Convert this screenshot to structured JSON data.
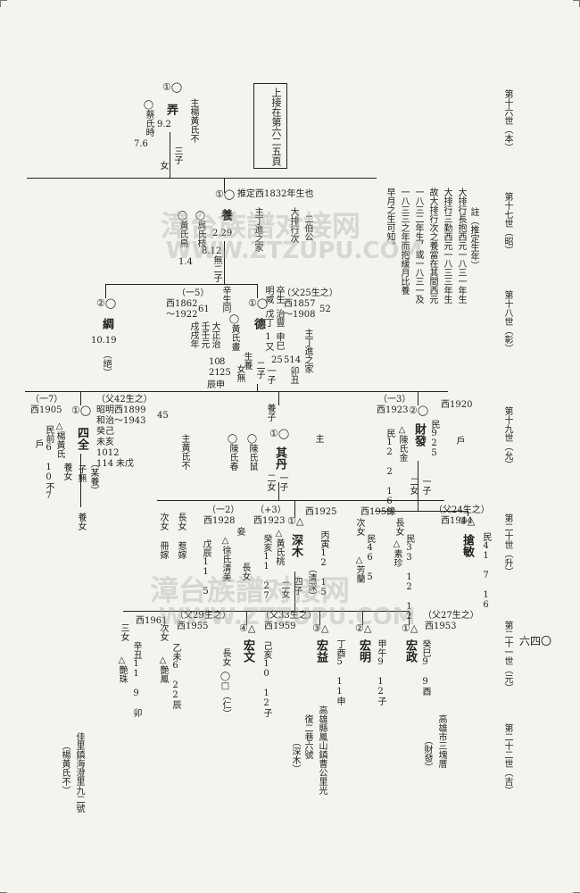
{
  "generations": [
    {
      "label": "第十六世（本）"
    },
    {
      "label": "第十七世（昭）"
    },
    {
      "label": "第十八世（彰）"
    },
    {
      "label": "第十九世（允）"
    },
    {
      "label": "第二十世（升）"
    },
    {
      "label": "第二十一世（元）"
    },
    {
      "label": "第二十二世（吉）"
    }
  ],
  "page_number": "六四〇",
  "box_note": "上接在第六二五頁",
  "footnote": "註（推定生年）",
  "note_lines": [
    "大排行長抱西元一八三一年生",
    "大排行三勤西元一八三三年生",
    "故大排行次之養當在其間西元",
    "一八三二年生，或一八三一及",
    "一八三三之年而抱緩月比養",
    "早月之生可知。"
  ],
  "watermark": {
    "cn": "漳台族譜对接网",
    "en": "WWW.ZTZUPU.COM"
  },
  "people": {
    "g16": {
      "mark": "①◯",
      "name": "弄",
      "date": "9.2",
      "wife": "◯蔡氏時",
      "wife_date": "7.6",
      "children": "三子",
      "female": "女",
      "note": "主楊黃氏不"
    },
    "g17": {
      "mark": "①◯",
      "name": "養",
      "date": "2.29",
      "estimate": "推定西1832年生也",
      "wife1": "◯黃氏鳥",
      "wife1_date": "1.4",
      "wife2": "◯呉氏枝",
      "wife2_date": "8.12",
      "wife2_note": "無二子",
      "note1": "主丁進之家",
      "note2": "大排行次",
      "note3": "二伯公"
    },
    "g18a": {
      "mark": "②◯",
      "name": "綢",
      "date": "10.19",
      "note": "（絕）",
      "gen": "（一5）",
      "life": "西1862",
      "life2": "〜1922",
      "age": "61",
      "birth1": "辛生同",
      "birth2": "大正治",
      "birth3": "壬壬元",
      "birth4": "戌戌年",
      "birth5": "10",
      "birth6": "8",
      "birth7": "21",
      "birth8": "25",
      "birth9": "辰申",
      "wife": "◯黃氏畫",
      "wife_note": "女無"
    },
    "g18b": {
      "mark": "①◯",
      "name": "德",
      "note1": "生養",
      "note2": "二子",
      "note3": "一子",
      "gen": "（父25生之）",
      "life": "西1857",
      "life2": "〜1908",
      "age": "52",
      "birth1": "卒生",
      "birth2": "明咸",
      "birth3": "治豐",
      "birth4": "戊丁",
      "birth5": "申巳",
      "birth6": "1又",
      "birth7": "25",
      "birth8": "514",
      "birth9": "卯丑",
      "wife_note": "主丁進之家"
    },
    "g19a": {
      "mark": "①◯",
      "name": "四全",
      "gen": "（一7）",
      "life": "西1905",
      "wife": "△楊黃氏",
      "wife_note": "民前6 10不7",
      "children": "養女",
      "child_note": "（某養）",
      "child_note2": "子無",
      "birth_gen": "（父42生之）",
      "life2": "卒生",
      "life3": "昭明西1899",
      "life4": "和治〜1943",
      "age": "45",
      "birth1": "癸己",
      "birth2": "未亥",
      "birth3": "1012",
      "birth4": "114",
      "birth5": "未戊",
      "note": "戶",
      "note2": "主黃氏不"
    },
    "g19b": {
      "mark": "①◯",
      "name": "其丹",
      "note1": "養子",
      "note2": "二女",
      "note3": "一子",
      "wife1": "◯陳氏春",
      "wife2": "◯陳氏鼠",
      "note": "主"
    },
    "g19c": {
      "mark": "②◯",
      "name": "財發",
      "gen": "（一3）",
      "life": "西1923",
      "life2": "西1920",
      "birth": "民925",
      "wife": "△陳氏金",
      "wife_note": "民12 2 16緣",
      "children": "二女",
      "children2": "一子",
      "note": "戶"
    },
    "g20a": {
      "gen": "（一2）",
      "life": "西1928",
      "children": "次女",
      "note": "冊嫁",
      "children2": "長女",
      "note2": "惹嫁",
      "wife": "△徐氏清美",
      "birth": "戊辰11 5",
      "wife_note": "妾"
    },
    "g20b": {
      "gen": "（+3）",
      "life": "西1923",
      "wife": "△黃氏桃",
      "birth": "癸亥11 27",
      "child": "長女"
    },
    "g20c": {
      "mark": "①△",
      "name": "深木",
      "life": "西1925",
      "birth": "丙寅12 15",
      "note": "（清深）",
      "note2": "四子",
      "note3": "二女"
    },
    "g20d": {
      "life": "西1959",
      "children": "次女",
      "children2": "長女",
      "wife1": "民46 5",
      "wife1_name": "△芳蘭",
      "wife2": "民33 12 12",
      "wife2_name": "△素珍"
    },
    "g20e": {
      "gen": "（父24生之）",
      "life": "西1944",
      "mark": "②△",
      "name": "搶敏",
      "birth": "民41 7 16"
    },
    "g21a": {
      "life": "西1961",
      "children": "三女",
      "birth": "辛丑11 9 卯",
      "wife": "△艷珠"
    },
    "g21b": {
      "gen": "（父29生之）",
      "life": "西1955",
      "children": "次女",
      "birth": "乙未6 22辰",
      "wife": "△艷鳳"
    },
    "g21c": {
      "mark": "④△",
      "name": "宏文",
      "children": "長女",
      "child_name": "◯□（仁）"
    },
    "g21d": {
      "gen": "（父33生之）",
      "life": "西1959",
      "birth": "己亥10 12子",
      "mark": "③△",
      "name": "宏益",
      "birth2": "丁酉5 11申"
    },
    "g21e": {
      "mark": "②△",
      "name": "宏明",
      "birth": "甲午9 12子"
    },
    "g21f": {
      "gen": "（父27生之）",
      "life": "西1953",
      "mark": "①△",
      "name": "宏政",
      "birth": "癸巳9 9酉"
    },
    "addresses": {
      "a1": "佳里鎮海澄里九二號",
      "a1_note": "（楊黃氏不）",
      "a2": "高雄縣鳳山鎮曹公里光",
      "a2_line2": "復二巷六號",
      "a2_note": "（深木）",
      "a3": "高雄市三塊厝",
      "a3_note": "（財發）"
    }
  }
}
